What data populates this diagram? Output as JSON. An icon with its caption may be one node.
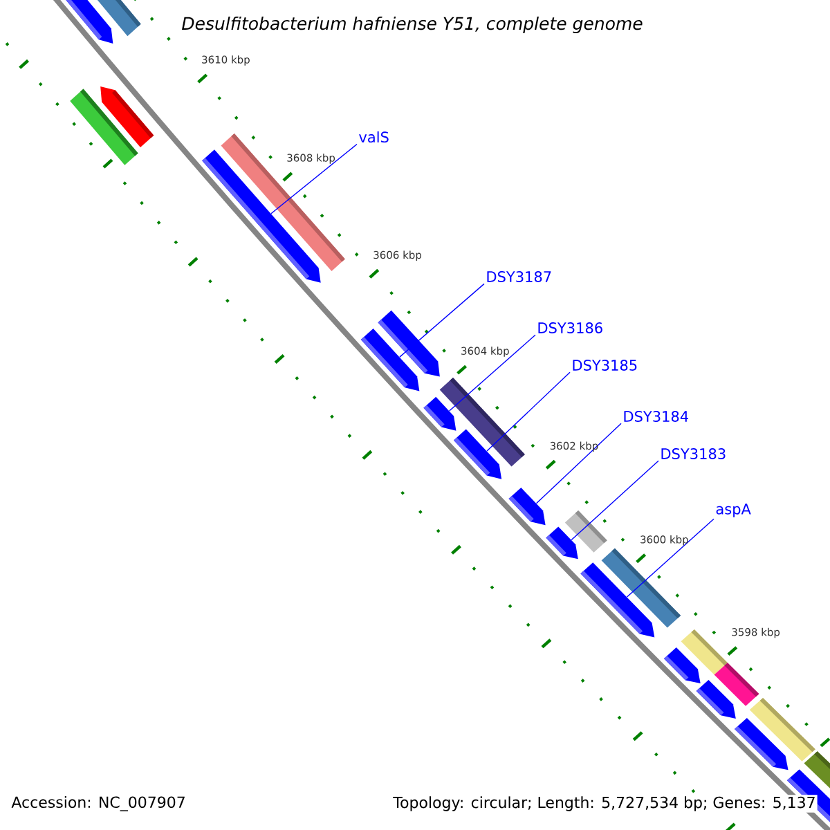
{
  "diagram": {
    "title": "Desulfitobacterium hafniense Y51, complete genome",
    "nodes": [
      {
        "text": [
          "valS"
        ]
      },
      {
        "text": [],
        "shape": "arrow"
      },
      {
        "text": [
          "DSY3187"
        ]
      },
      {
        "text": [],
        "shape": "arrow"
      },
      {
        "text": [
          "DSY3186"
        ]
      },
      {
        "text": [],
        "shape": "arrow"
      },
      {
        "text": [
          "DSY3185"
        ]
      },
      {
        "text": [],
        "shape": "arrow"
      },
      {
        "text": [
          "DSY3184"
        ]
      },
      {
        "text": [],
        "shape": "arrow"
      },
      {
        "text": [
          "DSY3183"
        ]
      },
      {
        "text": [],
        "shape": "arrow"
      },
      {
        "text": [
          "aspA"
        ]
      },
      {
        "text": [],
        "shape": "arrow"
      },
      {
        "text": [],
        "shape": "arrow"
      },
      {
        "text": [],
        "shape": "arrow"
      },
      {
        "text": [],
        "shape": "arrow"
      },
      {
        "text": [],
        "shape": "arrow"
      },
      {
        "text": [],
        "shape": "arrow"
      },
      {
        "text": [],
        "shape": "arrow"
      }
    ],
    "edges": [
      {
        "from": 0,
        "to": 1,
        "arrow": "none"
      },
      {
        "from": 2,
        "to": 3,
        "arrow": "none"
      },
      {
        "from": 4,
        "to": 5,
        "arrow": "none"
      },
      {
        "from": 6,
        "to": 7,
        "arrow": "none"
      },
      {
        "from": 8,
        "to": 9,
        "arrow": "none"
      },
      {
        "from": 10,
        "to": 11,
        "arrow": "none"
      },
      {
        "from": 12,
        "to": 13,
        "arrow": "none"
      }
    ],
    "labels": [
      "3610 kbp",
      "3608 kbp",
      "3606 kbp",
      "3604 kbp",
      "3602 kbp",
      "3600 kbp",
      "3598 kbp",
      "Accession: NC_007907",
      "Topology: circular; Length: 5,727,534 bp; Genes: 5,137"
    ]
  }
}
